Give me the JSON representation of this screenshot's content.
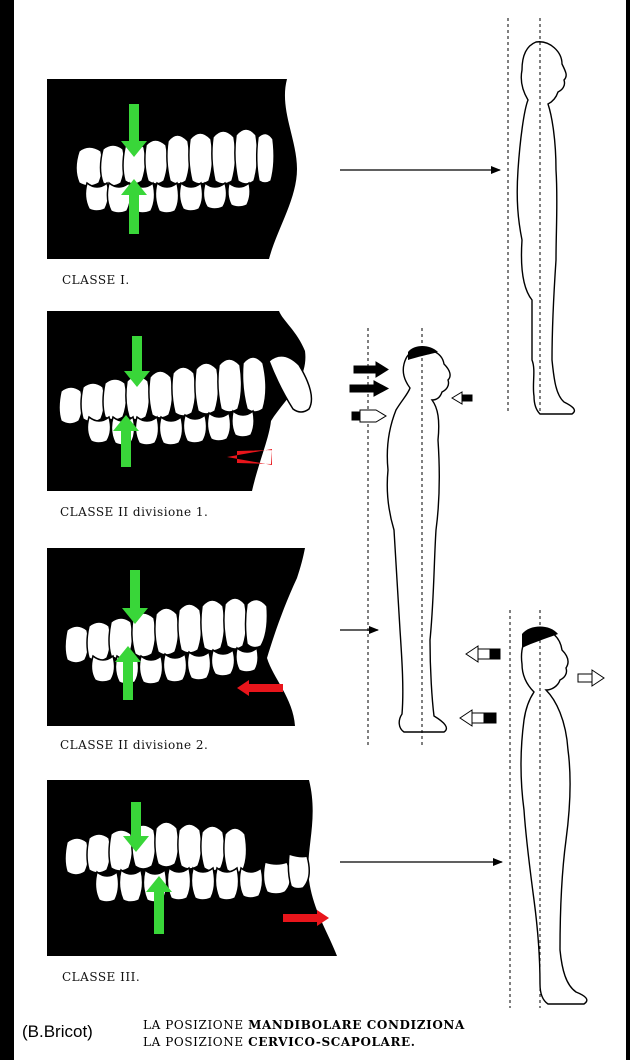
{
  "classes": [
    {
      "label": "CLASSE I."
    },
    {
      "label": "CLASSE II divisione 1."
    },
    {
      "label": "CLASSE II divisione 2."
    },
    {
      "label": "CLASSE III."
    }
  ],
  "credit": "(B.Bricot)",
  "caption": {
    "line1_plain": "LA POSIZIONE ",
    "line1_bold": "MANDIBOLARE CONDIZIONA",
    "line2_plain": "LA POSIZIONE ",
    "line2_bold": "CERVICO-SCAPOLARE."
  },
  "colors": {
    "green_arrow": "#39d639",
    "red_arrow": "#e8151b",
    "ink": "#000000"
  }
}
